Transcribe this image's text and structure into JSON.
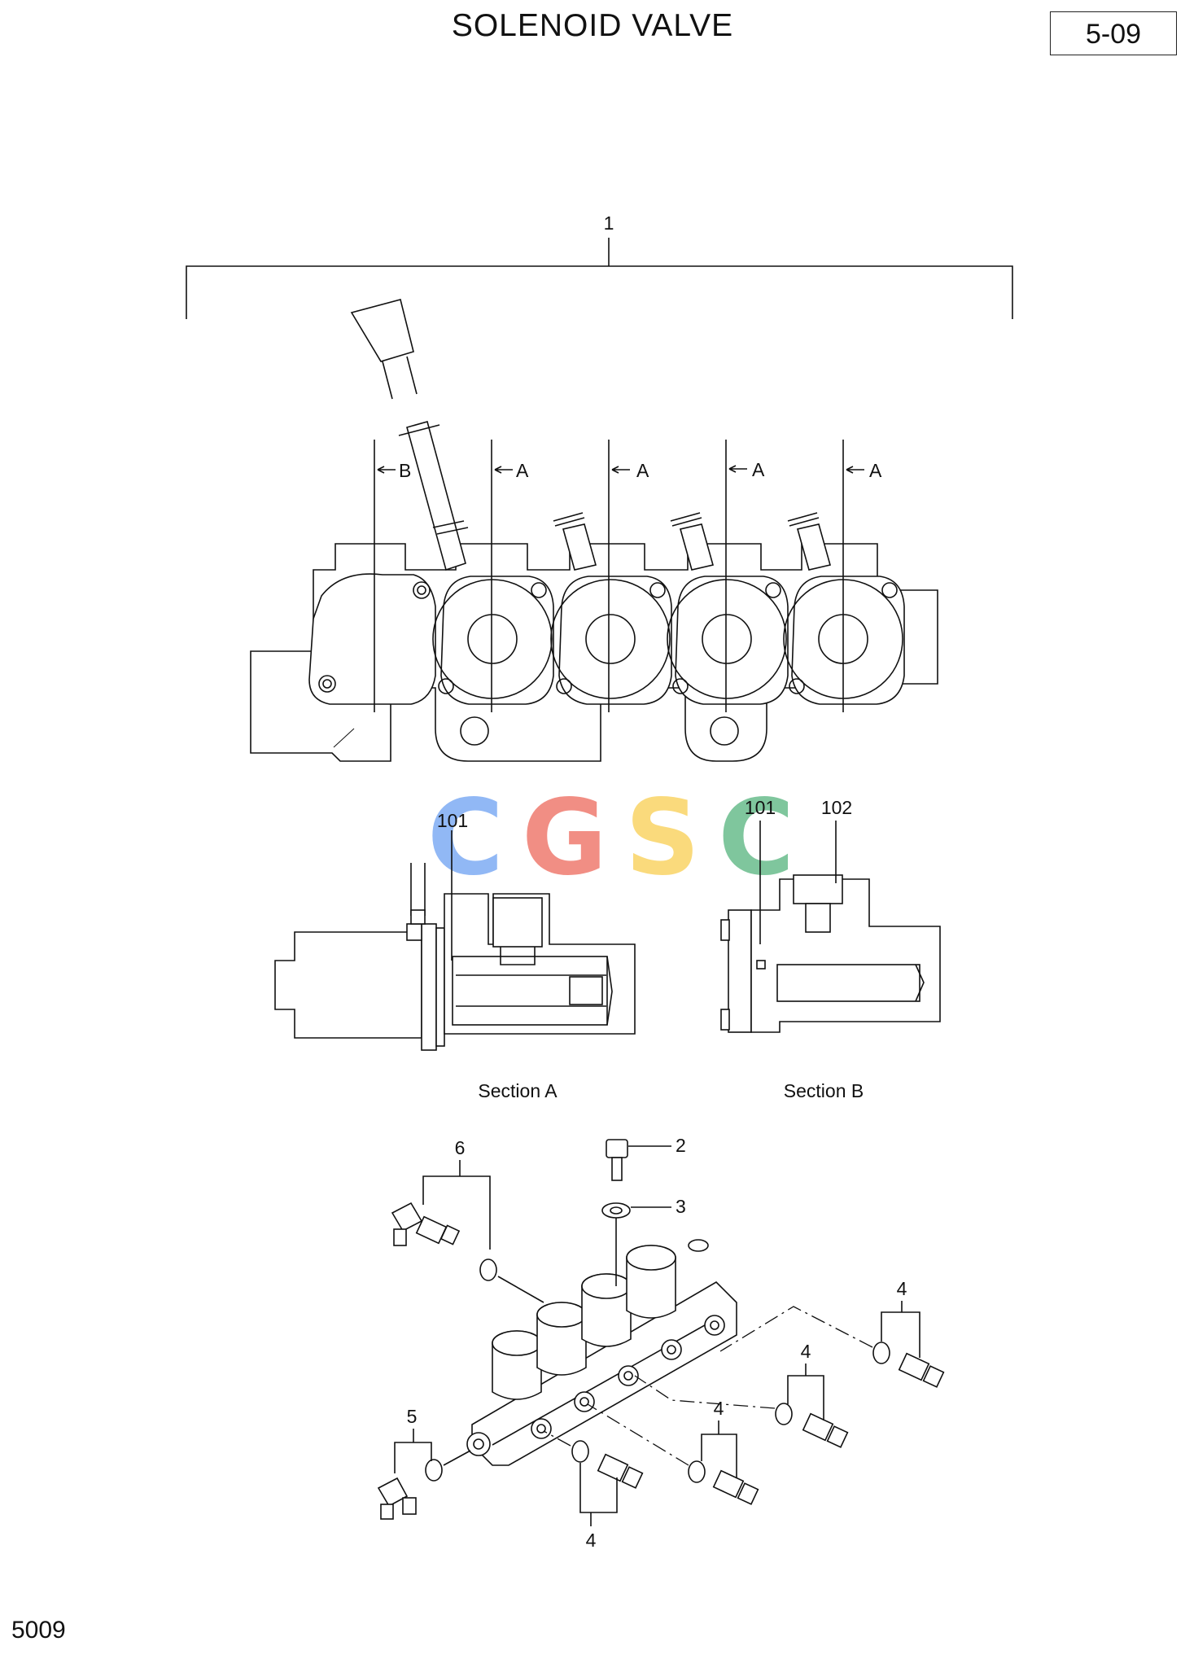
{
  "title": "SOLENOID VALVE",
  "page_code": "5-09",
  "footer_code": "5009",
  "watermark": {
    "c1": "C",
    "g": "G",
    "s": "S",
    "c2": "C"
  },
  "assembly_label": "1",
  "section_marks": [
    "B",
    "A",
    "A",
    "A",
    "A"
  ],
  "section_a": {
    "caption": "Section A",
    "callout": "101"
  },
  "section_b": {
    "caption": "Section B",
    "callouts": [
      "101",
      "102"
    ]
  },
  "parts": {
    "bolt": "2",
    "washer": "3",
    "plug_1": "4",
    "plug_2": "4",
    "plug_3": "4",
    "plug_4": "4",
    "elbow_lower": "5",
    "elbow_upper": "6"
  },
  "colors": {
    "line": "#111111",
    "wm_blue": "#4f8df0",
    "wm_red": "#ea4a3a",
    "wm_yellow": "#f7c52d",
    "wm_green": "#32a462"
  }
}
